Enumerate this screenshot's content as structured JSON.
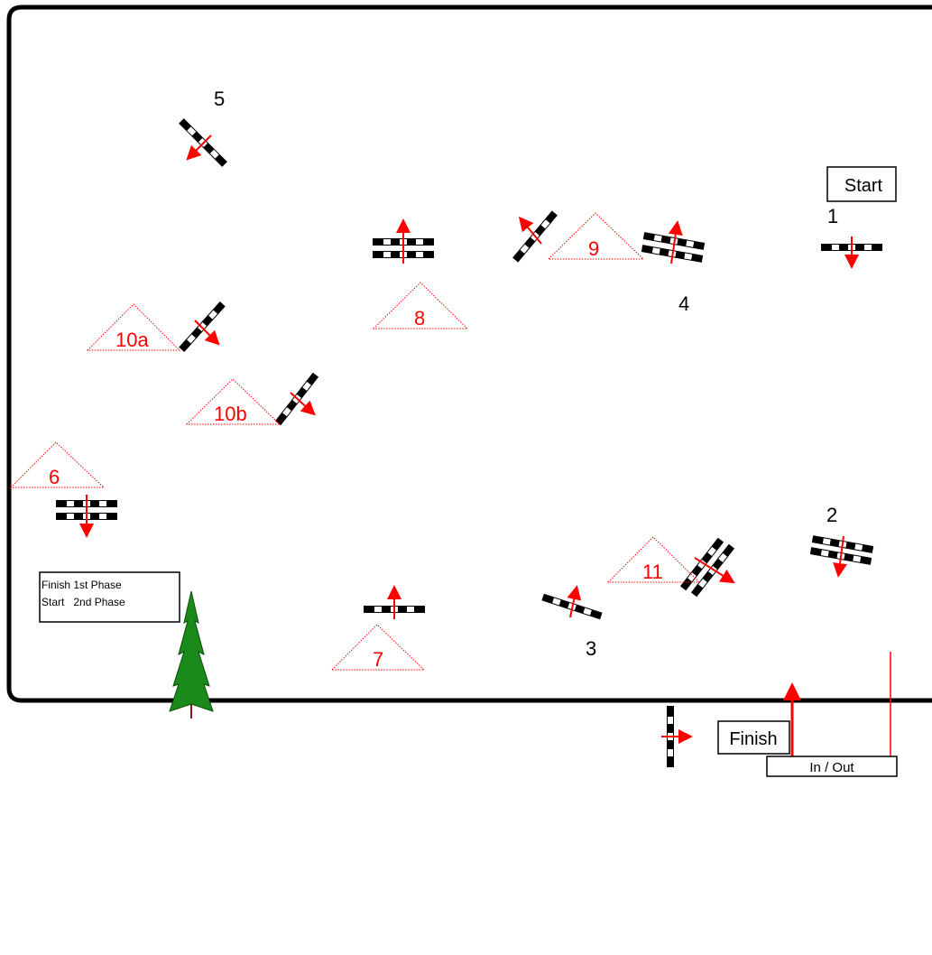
{
  "colors": {
    "arena_border": "#000000",
    "phase2_red": "#ff0000",
    "tree_green": "#1a8a1a",
    "tree_trunk": "#8b1a1a"
  },
  "labels": {
    "start": "Start",
    "finish": "Finish",
    "in_out": "In / Out",
    "phase_line1": "Finish 1st Phase",
    "phase_line2": "Start   2nd Phase"
  },
  "phase1_numbers": [
    "1",
    "2",
    "3",
    "4",
    "5"
  ],
  "phase2_numbers": [
    "6",
    "7",
    "8",
    "9",
    "10a",
    "10b",
    "11"
  ],
  "icons": {
    "tree": "pine-tree-icon",
    "jump": "jump-pole-icon",
    "direction": "direction-arrow-icon",
    "entry": "entry-arrow-icon"
  }
}
